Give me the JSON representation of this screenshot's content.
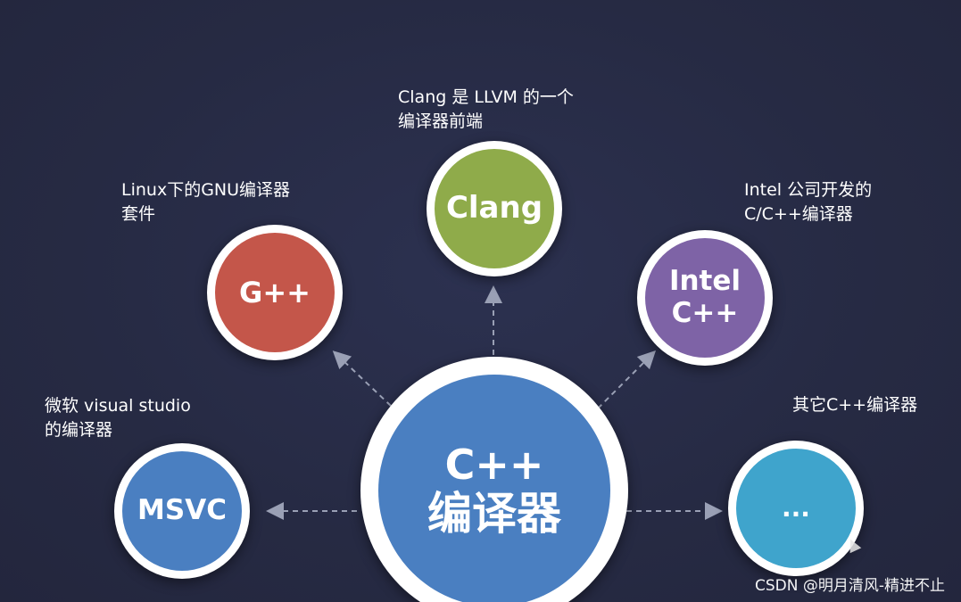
{
  "center": {
    "line1": "C++",
    "line2": "编译器",
    "color": "#4a7fc1"
  },
  "nodes": {
    "clang": {
      "label": "Clang",
      "color": "#8fab4a",
      "caption": [
        "Clang 是 LLVM 的一个",
        "编译器前端"
      ]
    },
    "gpp": {
      "label": "G++",
      "color": "#c4564a",
      "caption": [
        "Linux下的GNU编译器",
        "套件"
      ]
    },
    "intel": {
      "label1": "Intel",
      "label2": "C++",
      "color": "#7e63a6",
      "caption": [
        "Intel 公司开发的",
        "C/C++编译器"
      ]
    },
    "msvc": {
      "label": "MSVC",
      "color": "#4a7fc1",
      "caption": [
        "微软 visual studio",
        "的编译器"
      ]
    },
    "other": {
      "label": "...",
      "color": "#3fa4cc",
      "caption": [
        "其它C++编译器"
      ]
    }
  },
  "watermark": "CSDN @明月清风-精进不止",
  "icons": {
    "arrow": "dashed-arrow-icon",
    "cursor": "mouse-cursor-icon"
  }
}
